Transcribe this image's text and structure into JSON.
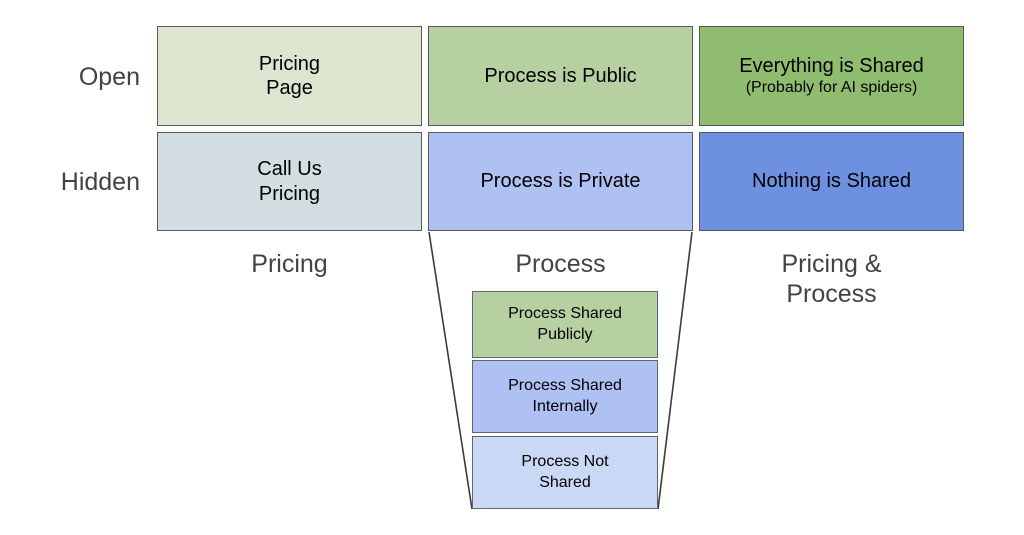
{
  "diagram": {
    "row_labels": [
      {
        "name": "open",
        "text": "Open"
      },
      {
        "name": "hidden",
        "text": "Hidden"
      }
    ],
    "column_captions": [
      {
        "name": "pricing",
        "line1": "Pricing",
        "line2": ""
      },
      {
        "name": "process",
        "line1": "Process",
        "line2": ""
      },
      {
        "name": "pricing-and-process",
        "line1": "Pricing &",
        "line2": "Process"
      }
    ],
    "matrix": {
      "open_row": [
        {
          "name": "pricing-page",
          "line1": "Pricing",
          "line2": "Page",
          "note": "",
          "fill": "#DCE5D0"
        },
        {
          "name": "process-is-public",
          "line1": "Process is Public",
          "line2": "",
          "note": "",
          "fill": "#B7D0A1"
        },
        {
          "name": "everything-is-shared",
          "line1": "Everything is Shared",
          "line2": "",
          "note": "(Probably for AI spiders)",
          "fill": "#8FBC6E"
        }
      ],
      "hidden_row": [
        {
          "name": "call-us-pricing",
          "line1": "Call Us",
          "line2": "Pricing",
          "note": "",
          "fill": "#D2DEE1"
        },
        {
          "name": "process-is-private",
          "line1": "Process is Private",
          "line2": "",
          "note": "",
          "fill": "#AFC0F2"
        },
        {
          "name": "nothing-is-shared",
          "line1": "Nothing is Shared",
          "line2": "",
          "note": "",
          "fill": "#6D91E0"
        }
      ]
    },
    "funnel_boxes": [
      {
        "name": "process-shared-publicly",
        "line1": "Process Shared",
        "line2": "Publicly",
        "fill": "#B7D0A1"
      },
      {
        "name": "process-shared-internally",
        "line1": "Process Shared",
        "line2": "Internally",
        "fill": "#AFC0F2"
      },
      {
        "name": "process-not-shared",
        "line1": "Process Not",
        "line2": "Shared",
        "fill": "#C9D8F5"
      }
    ],
    "colors": {
      "background": "#FFFFFF",
      "label_text": "#434343",
      "box_text": "#000000",
      "box_border": "#595959",
      "funnel_line": "#3C3C3C"
    }
  }
}
